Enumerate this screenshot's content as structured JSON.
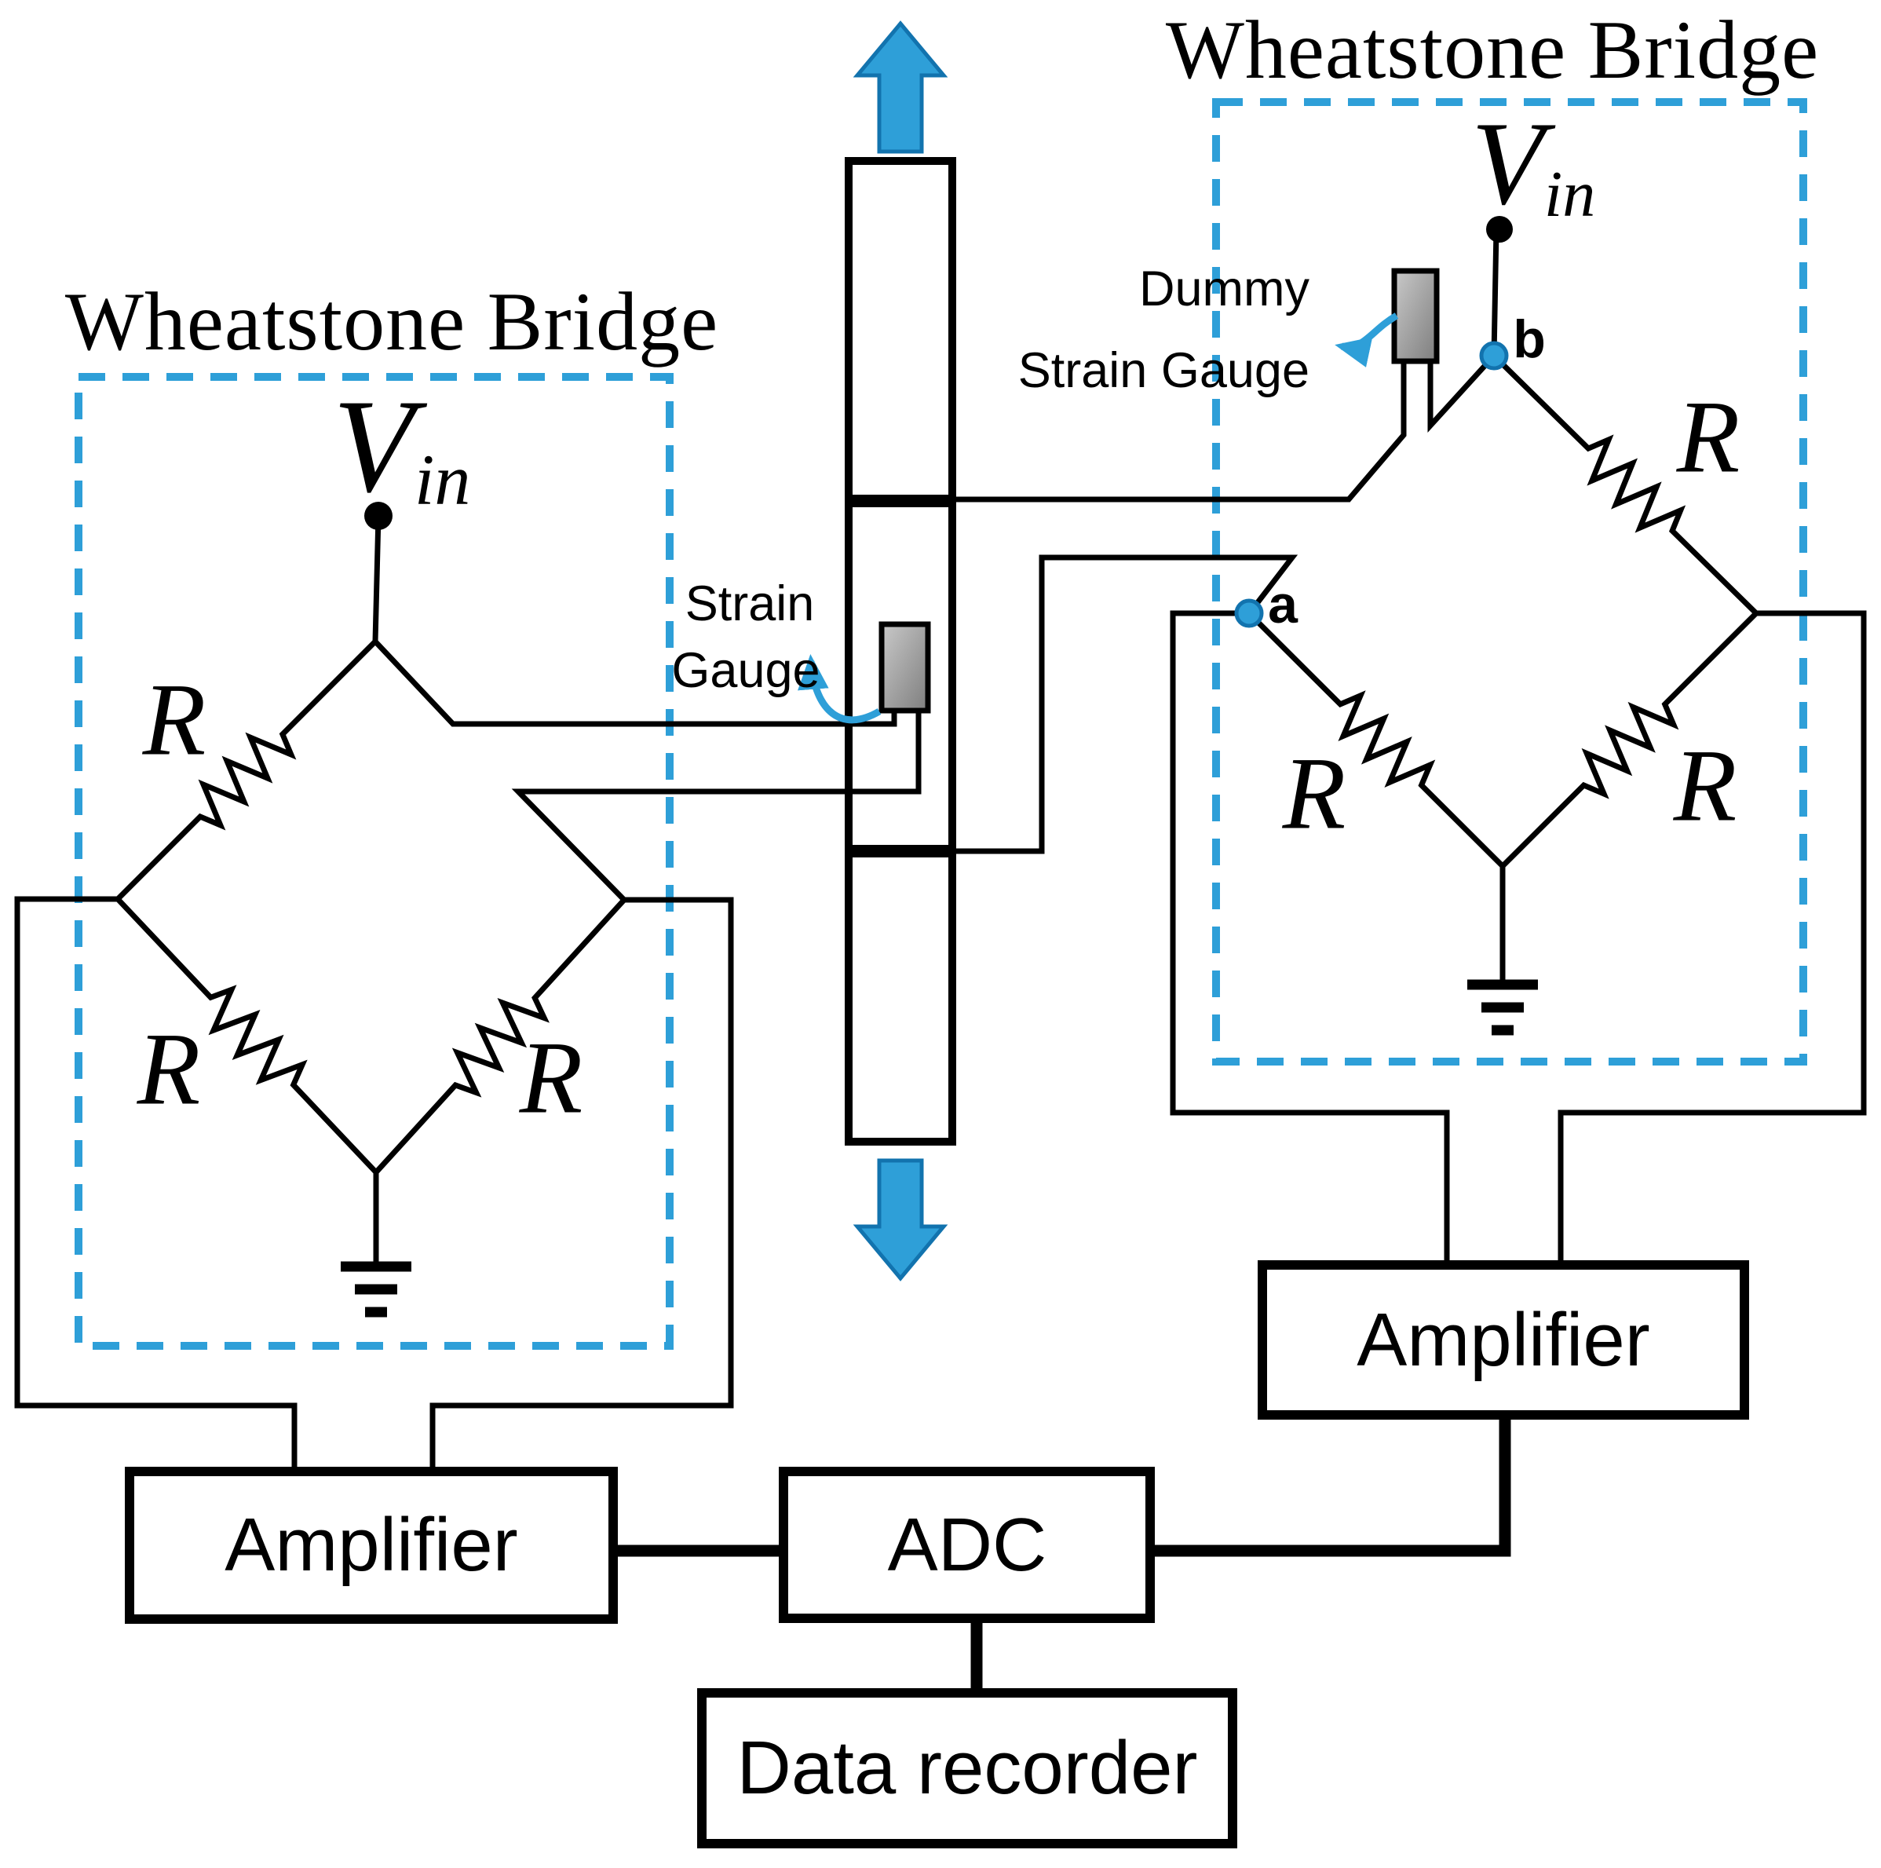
{
  "diagram": {
    "titles": {
      "left": "Wheatstone Bridge",
      "right": "Wheatstone Bridge"
    },
    "voltage": {
      "main": "V",
      "sub": "in"
    },
    "resistor_label": "R",
    "nodes": {
      "a": "a",
      "b": "b"
    },
    "strain_gauge_label": {
      "line1": "Strain",
      "line2": "Gauge"
    },
    "dummy_gauge_label": {
      "line1": "Dummy",
      "line2": "Strain Gauge"
    },
    "blocks": {
      "amplifier_left": "Amplifier",
      "amplifier_right": "Amplifier",
      "adc": "ADC",
      "data_recorder": "Data recorder"
    },
    "colors": {
      "accent_blue": "#2E9FD8",
      "accent_blue_dark": "#1273AE",
      "wire_black": "#000000",
      "gauge_gray_light": "#C9C9C9",
      "gauge_gray_dark": "#7E7E7E"
    }
  }
}
